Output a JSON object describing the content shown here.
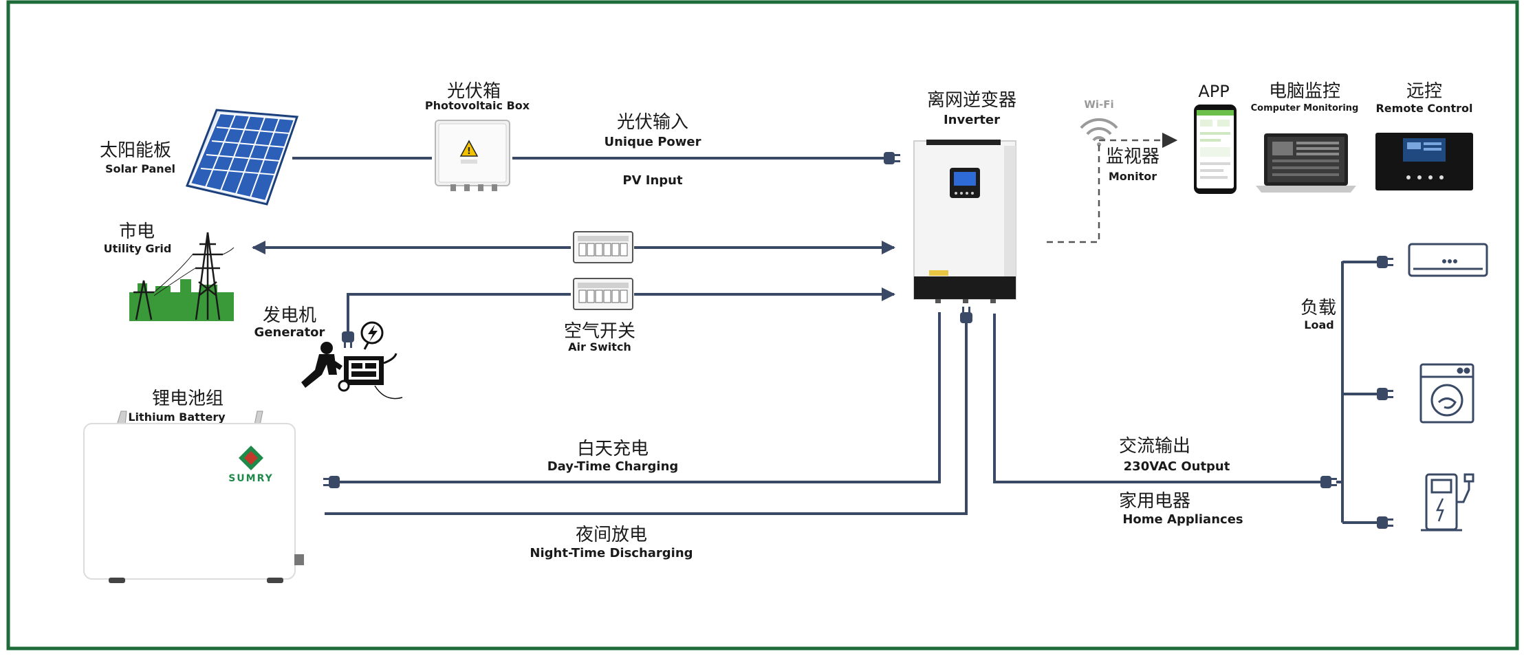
{
  "labels": {
    "solar_panel_zh": "太阳能板",
    "solar_panel_en": "Solar Panel",
    "pv_box_zh": "光伏箱",
    "pv_box_en": "Photovoltaic Box",
    "pv_input_zh": "光伏输入",
    "pv_input_en1": "Unique Power",
    "pv_input_en2": "PV Input",
    "inverter_zh": "离网逆变器",
    "inverter_en": "Inverter",
    "wifi": "Wi-Fi",
    "monitor_zh": "监视器",
    "monitor_en": "Monitor",
    "app": "APP",
    "pc_monitor_zh": "电脑监控",
    "pc_monitor_en": "Computer Monitoring",
    "remote_zh": "远控",
    "remote_en": "Remote Control",
    "grid_zh": "市电",
    "grid_en": "Utility Grid",
    "generator_zh": "发电机",
    "generator_en": "Generator",
    "air_switch_zh": "空气开关",
    "air_switch_en": "Air Switch",
    "load_zh": "负载",
    "load_en": "Load",
    "battery_zh": "锂电池组",
    "battery_en": "Lithium Battery",
    "brand": "SUMRY",
    "day_charge_zh": "白天充电",
    "day_charge_en": "Day-Time Charging",
    "night_dis_zh": "夜间放电",
    "night_dis_en": "Night-Time Discharging",
    "ac_out_zh": "交流输出",
    "ac_out_en": "230VAC Output",
    "home_zh": "家用电器",
    "home_en": "Home Appliances"
  },
  "colors": {
    "frame": "#1e6b3a",
    "line": "#3a4a66",
    "solar_blue": "#2b5fb8",
    "grid_green": "#3a9a3a",
    "brand_green": "#1e8a4a",
    "brand_red": "#c0392b"
  },
  "icons": [
    "solar-panel-icon",
    "photovoltaic-box-icon",
    "inverter-icon",
    "wifi-icon",
    "phone-app-icon",
    "laptop-icon",
    "remote-controller-icon",
    "power-tower-icon",
    "air-switch-icon",
    "generator-icon",
    "battery-icon",
    "air-conditioner-icon",
    "washing-machine-icon",
    "ev-charger-icon",
    "plug-icon"
  ]
}
